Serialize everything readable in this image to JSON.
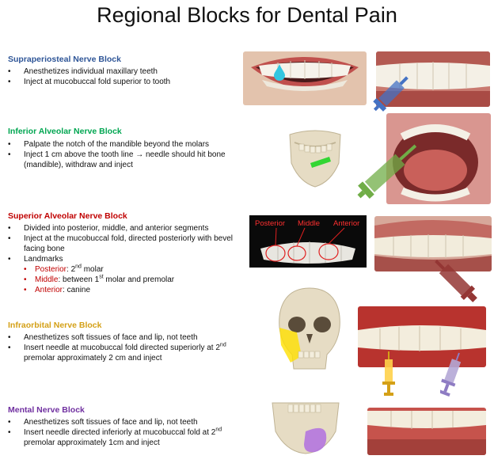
{
  "title": "Regional Blocks for Dental Pain",
  "colors": {
    "supraperiosteal": "#2e5597",
    "inferior_alveolar": "#00a651",
    "superior_alveolar": "#c00000",
    "infraorbital": "#d4a017",
    "mental": "#7030a0"
  },
  "sections": {
    "supraperiosteal": {
      "heading": "Supraperiosteal Nerve Block",
      "bullets": [
        "Anesthetizes individual maxillary teeth",
        "Inject at mucobuccal fold superior to tooth"
      ]
    },
    "inferior_alveolar": {
      "heading": "Inferior Alveolar Nerve Block",
      "bullets": [
        "Palpate the notch of the mandible beyond the molars",
        "Inject 1 cm above the tooth line → needle should hit bone (mandible), withdraw and inject"
      ]
    },
    "superior_alveolar": {
      "heading": "Superior Alveolar Nerve Block",
      "bullets": [
        "Divided into posterior, middle, and anterior segments",
        "Inject at the mucobuccal fold, directed posteriorly with bevel facing bone",
        "Landmarks"
      ],
      "landmarks": {
        "posterior_label": "Posterior",
        "posterior_text": ": 2",
        "posterior_sup": "nd",
        "posterior_tail": " molar",
        "middle_label": "Middle",
        "middle_text": ": between 1",
        "middle_sup": "st",
        "middle_tail": " molar and premolar",
        "anterior_label": "Anterior",
        "anterior_text": ": canine"
      }
    },
    "infraorbital": {
      "heading": "Infraorbital Nerve Block",
      "bullets": [
        "Anesthetizes soft tissues of face and lip, not teeth"
      ],
      "b2_pre": "Insert needle at mucobuccal fold directed superiorly at 2",
      "b2_sup": "nd",
      "b2_post": " premolar approximately 2 cm and inject"
    },
    "mental": {
      "heading": "Mental Nerve Block",
      "bullets": [
        "Anesthetizes soft tissues of face and lip, not teeth"
      ],
      "b2_pre": "Insert needle directed inferiorly at mucobuccal fold at 2",
      "b2_sup": "nd",
      "b2_post": " premolar approximately 1cm and inject"
    }
  },
  "teeth_labels": {
    "posterior": "Posterior",
    "middle": "Middle",
    "anterior": "Anterior"
  },
  "icons": [
    "smile-photo",
    "skull-illustration",
    "syringe-icon",
    "mouth-photo",
    "droplet-icon"
  ]
}
